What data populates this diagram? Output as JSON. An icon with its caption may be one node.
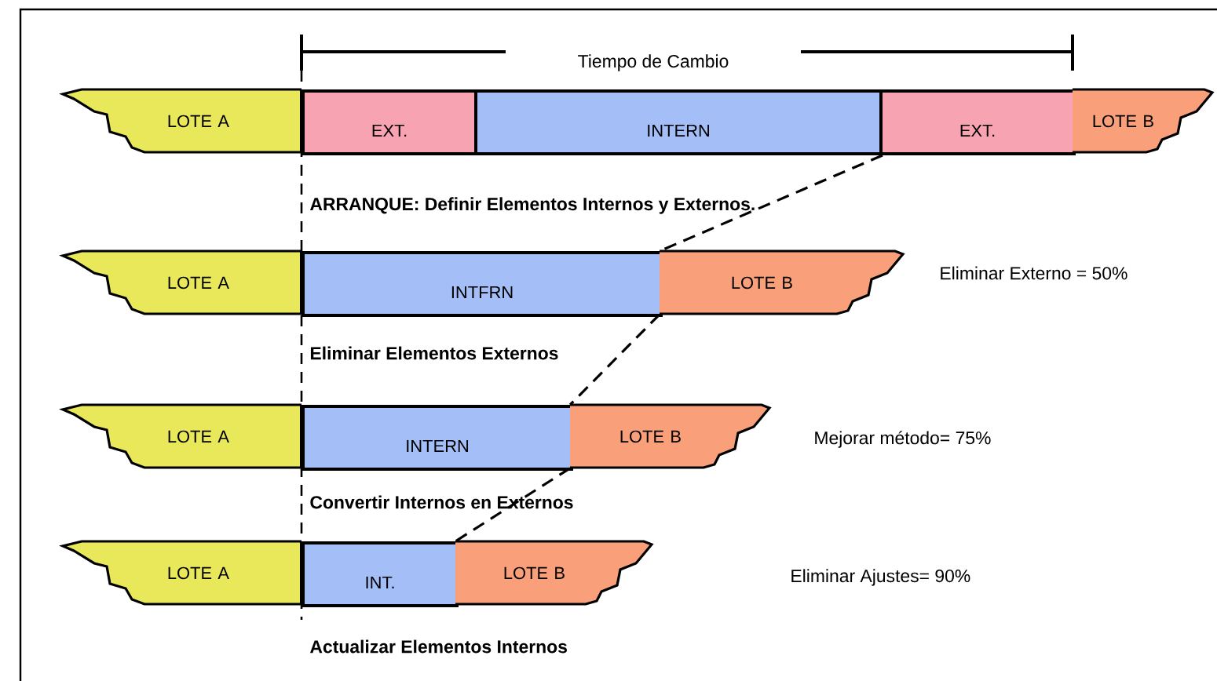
{
  "diagram": {
    "nodes": [
      {
        "text": [
          "LOTE A"
        ]
      },
      {
        "text": [
          "EXT."
        ]
      },
      {
        "text": [
          "INTERN"
        ]
      },
      {
        "text": [
          "EXT."
        ]
      },
      {
        "text": [
          "LOTE B"
        ]
      },
      {
        "text": [
          "LOTE A"
        ]
      },
      {
        "text": [
          "INTFRN"
        ]
      },
      {
        "text": [
          "LOTE B"
        ]
      },
      {
        "text": [
          "LOTE A"
        ]
      },
      {
        "text": [
          "INTERN"
        ]
      },
      {
        "text": [
          "LOTE B"
        ]
      },
      {
        "text": [
          "LOTE A"
        ]
      },
      {
        "text": [
          "INT."
        ]
      },
      {
        "text": [
          "LOTE B"
        ]
      }
    ],
    "edges": [
      {
        "from": 2,
        "to": 7,
        "arrow": "none",
        "style": "dashed"
      },
      {
        "from": 7,
        "to": 10,
        "arrow": "none",
        "style": "dashed"
      },
      {
        "from": 10,
        "to": 13,
        "arrow": "none",
        "style": "dashed"
      }
    ],
    "labels": [
      "Tiempo de Cambio",
      "ARRANQUE: Definir Elementos Internos y Externos.",
      "Eliminar Externo = 50%",
      "Eliminar Elementos Externos",
      "Mejorar método= 75%",
      "Convertir Internos en Externos",
      "Eliminar Ajustes= 90%",
      "Actualizar Elementos Internos"
    ]
  }
}
